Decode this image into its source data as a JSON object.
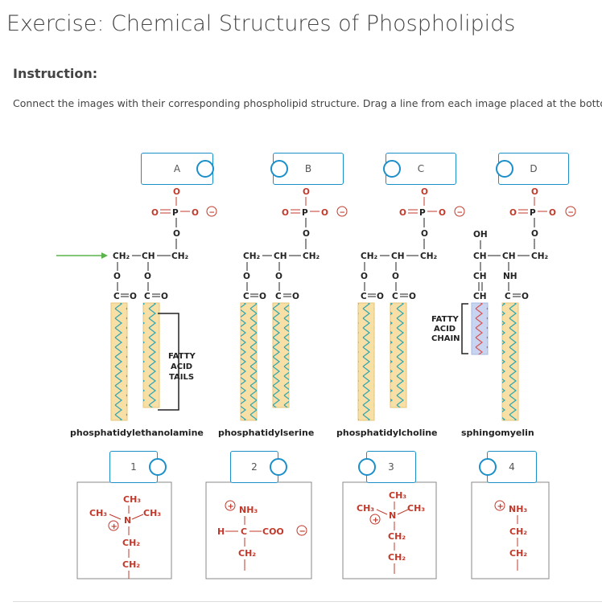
{
  "page": {
    "title": "Exercise: Chemical Structures of Phospholipids",
    "instruction_heading": "Instruction:",
    "instruction_text": "Connect the images with their corresponding phospholipid structure. Drag a line from each image placed at the bottom to corresponding number placement."
  },
  "targets": [
    {
      "label": "A"
    },
    {
      "label": "B"
    },
    {
      "label": "C"
    },
    {
      "label": "D"
    }
  ],
  "sources": [
    {
      "label": "1"
    },
    {
      "label": "2"
    },
    {
      "label": "3"
    },
    {
      "label": "4"
    }
  ],
  "diagram": {
    "names": [
      "phosphatidylethanolamine",
      "phosphatidylserine",
      "phosphatidylcholine",
      "sphingomyelin"
    ],
    "fatty_acid_tails": [
      "FATTY",
      "ACID",
      "TAILS"
    ],
    "fatty_acid_chain": [
      "FATTY",
      "ACID",
      "CHAIN"
    ],
    "phosphate": {
      "o": "O",
      "p": "P",
      "o_left": "O",
      "o_right": "O",
      "o_bottom": "O",
      "minus": "−"
    },
    "backbone": {
      "ch2": "CH₂",
      "ch": "CH",
      "dash": "—"
    },
    "ester": {
      "o": "O",
      "c": "C",
      "eq_o": "=O"
    },
    "sphingosine": {
      "oh": "OH",
      "ch": "CH",
      "nh": "NH"
    }
  },
  "head_groups": {
    "choline": {
      "ch3": "CH₃",
      "n": "N",
      "ch2": "CH₂",
      "plus": "+"
    },
    "serine": {
      "nh3": "NH₃",
      "h": "H",
      "c": "C",
      "coo": "COO",
      "ch2": "CH₂",
      "plus": "+",
      "minus": "−"
    },
    "ethanolamine": {
      "nh3": "NH₃",
      "ch2": "CH₂",
      "plus": "+"
    }
  },
  "colors": {
    "accent": "#1b8fc9",
    "oxygen": "#c0392b",
    "tail_fill": "#f7dfa6",
    "chain_fill": "#c9d4f0",
    "arrow": "#5ab44a"
  }
}
